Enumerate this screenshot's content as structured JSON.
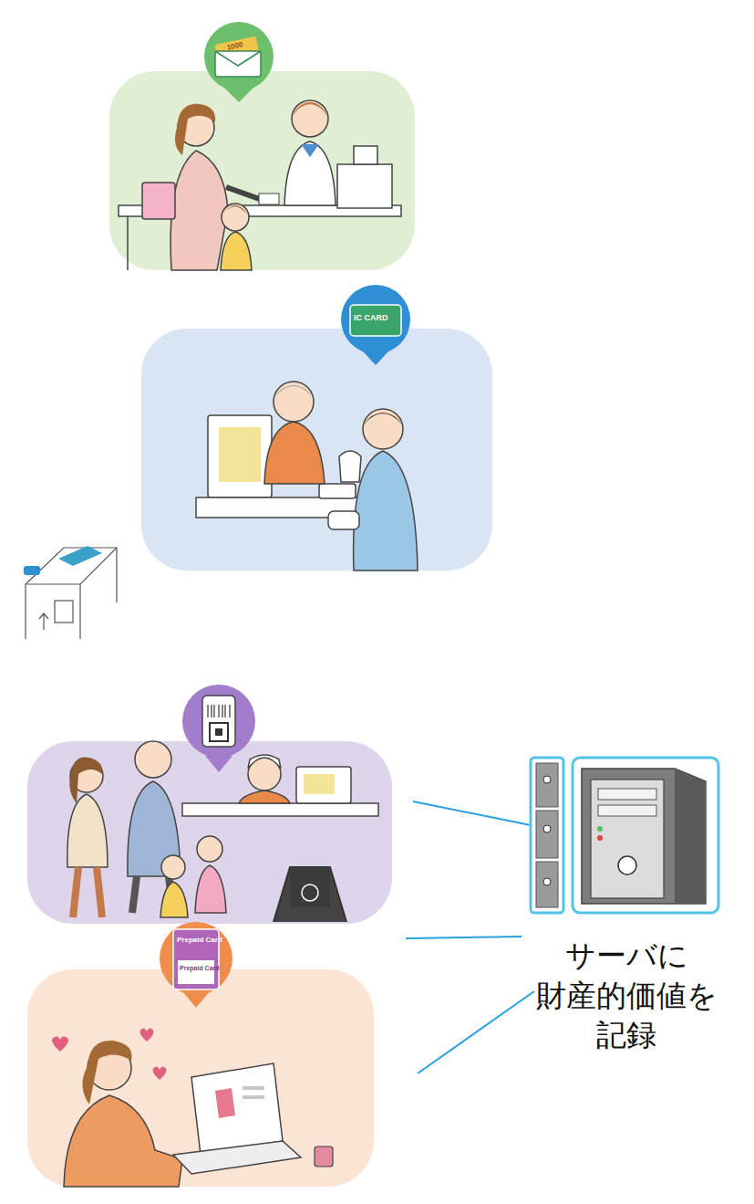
{
  "diagram": {
    "nodes": [
      {
        "text": [
          "サーバに 財産的価値を 記録"
        ]
      }
    ],
    "labels": [
      "1000",
      "IC CARD",
      "Prepaid Card",
      "Prepaid Card"
    ]
  }
}
